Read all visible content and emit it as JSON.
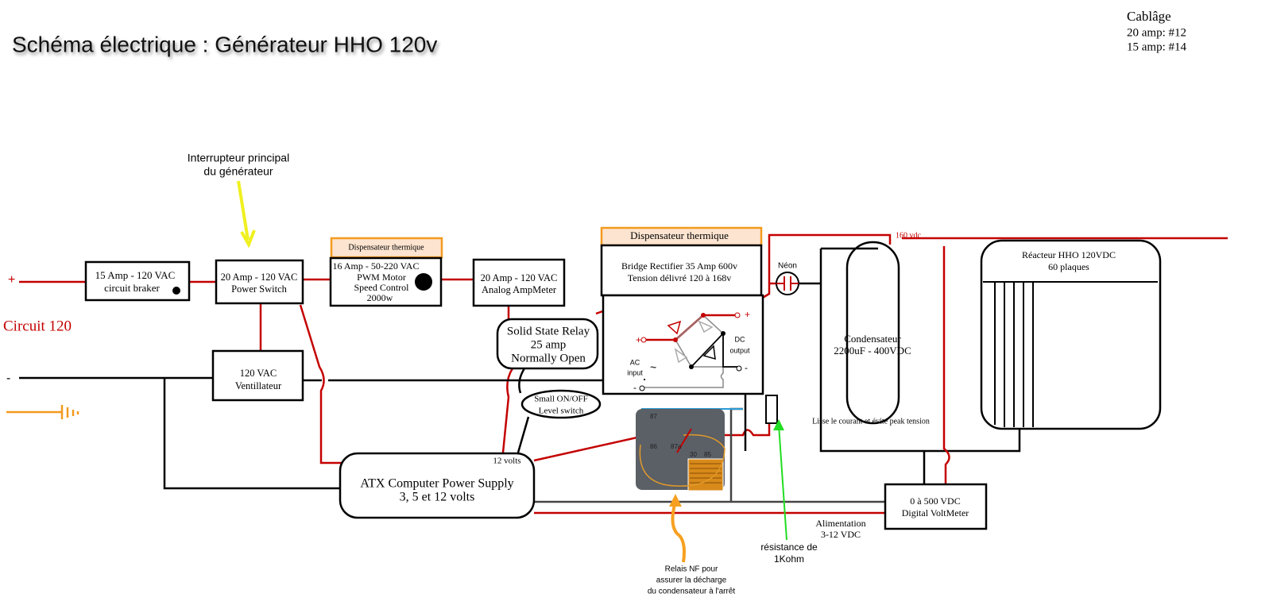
{
  "title": "Schéma électrique : Générateur HHO 120v",
  "wiring": {
    "heading": "Cablâge",
    "lines": [
      "20 amp: #12",
      "15 amp: #14"
    ]
  },
  "annotations": {
    "main_switch": [
      "Interrupteur principal",
      "du générateur"
    ],
    "circuit": "Circuit 120",
    "plus": "+",
    "minus": "-",
    "vdc": "160 vdc",
    "neon": "Néon",
    "smooth": "Lisse le courant et évite peak tension",
    "twelve_volts": "12 volts",
    "resistor": [
      "résistance de",
      "1Kohm"
    ],
    "relay_nf": [
      "Relais NF pour",
      "assurer la décharge",
      "du condensateur à l'arrêt"
    ],
    "supply": [
      "Alimentation",
      "3-12 VDC"
    ]
  },
  "components": {
    "breaker": [
      "15 Amp - 120 VAC",
      "circuit braker"
    ],
    "power_switch": [
      "20 Amp - 120 VAC",
      "Power Switch"
    ],
    "heatsink_small": "Dispensateur thermique",
    "pwm": [
      "16 Amp - 50-220 VAC",
      "PWM Motor",
      "Speed Control",
      "2000w"
    ],
    "ammeter": [
      "20 Amp - 120 VAC",
      "Analog AmpMeter"
    ],
    "fan": [
      "120 VAC",
      "Ventillateur"
    ],
    "ssr": [
      "Solid State Relay",
      "25 amp",
      "Normally Open"
    ],
    "level_switch": [
      "Small ON/OFF",
      "Level switch"
    ],
    "atx": [
      "ATX Computer Power Supply",
      "3, 5 et 12 volts"
    ],
    "heatsink_large": "Dispensateur thermique",
    "rectifier": [
      "Bridge Rectifier 35 Amp 600v",
      "Tension délivré 120 à 168v"
    ],
    "rectifier_labels": {
      "ac": [
        "AC",
        "input"
      ],
      "dc": [
        "DC",
        "output"
      ],
      "tilde": "~",
      "plus_in": "+",
      "plus_out": "+",
      "minus_out": "-",
      "minus_in": "-"
    },
    "capacitor": [
      "Condensateur",
      "2200uF - 400VDC"
    ],
    "reactor": [
      "Réacteur HHO 120VDC",
      "60 plaques"
    ],
    "voltmeter": [
      "0 à 500 VDC",
      "Digital VoltMeter"
    ],
    "relay_pins": [
      "87",
      "86",
      "87a",
      "30",
      "85"
    ]
  },
  "colors": {
    "positive_wire": "#c40000",
    "negative_wire": "#000000",
    "heatsink_border": "#f39a1e",
    "heatsink_fill": "#fce4d0",
    "arrow_switch": "#f0f020",
    "arrow_resistor": "#22dd22",
    "arrow_relay": "#f7a020",
    "ground": "#f39a1e"
  }
}
